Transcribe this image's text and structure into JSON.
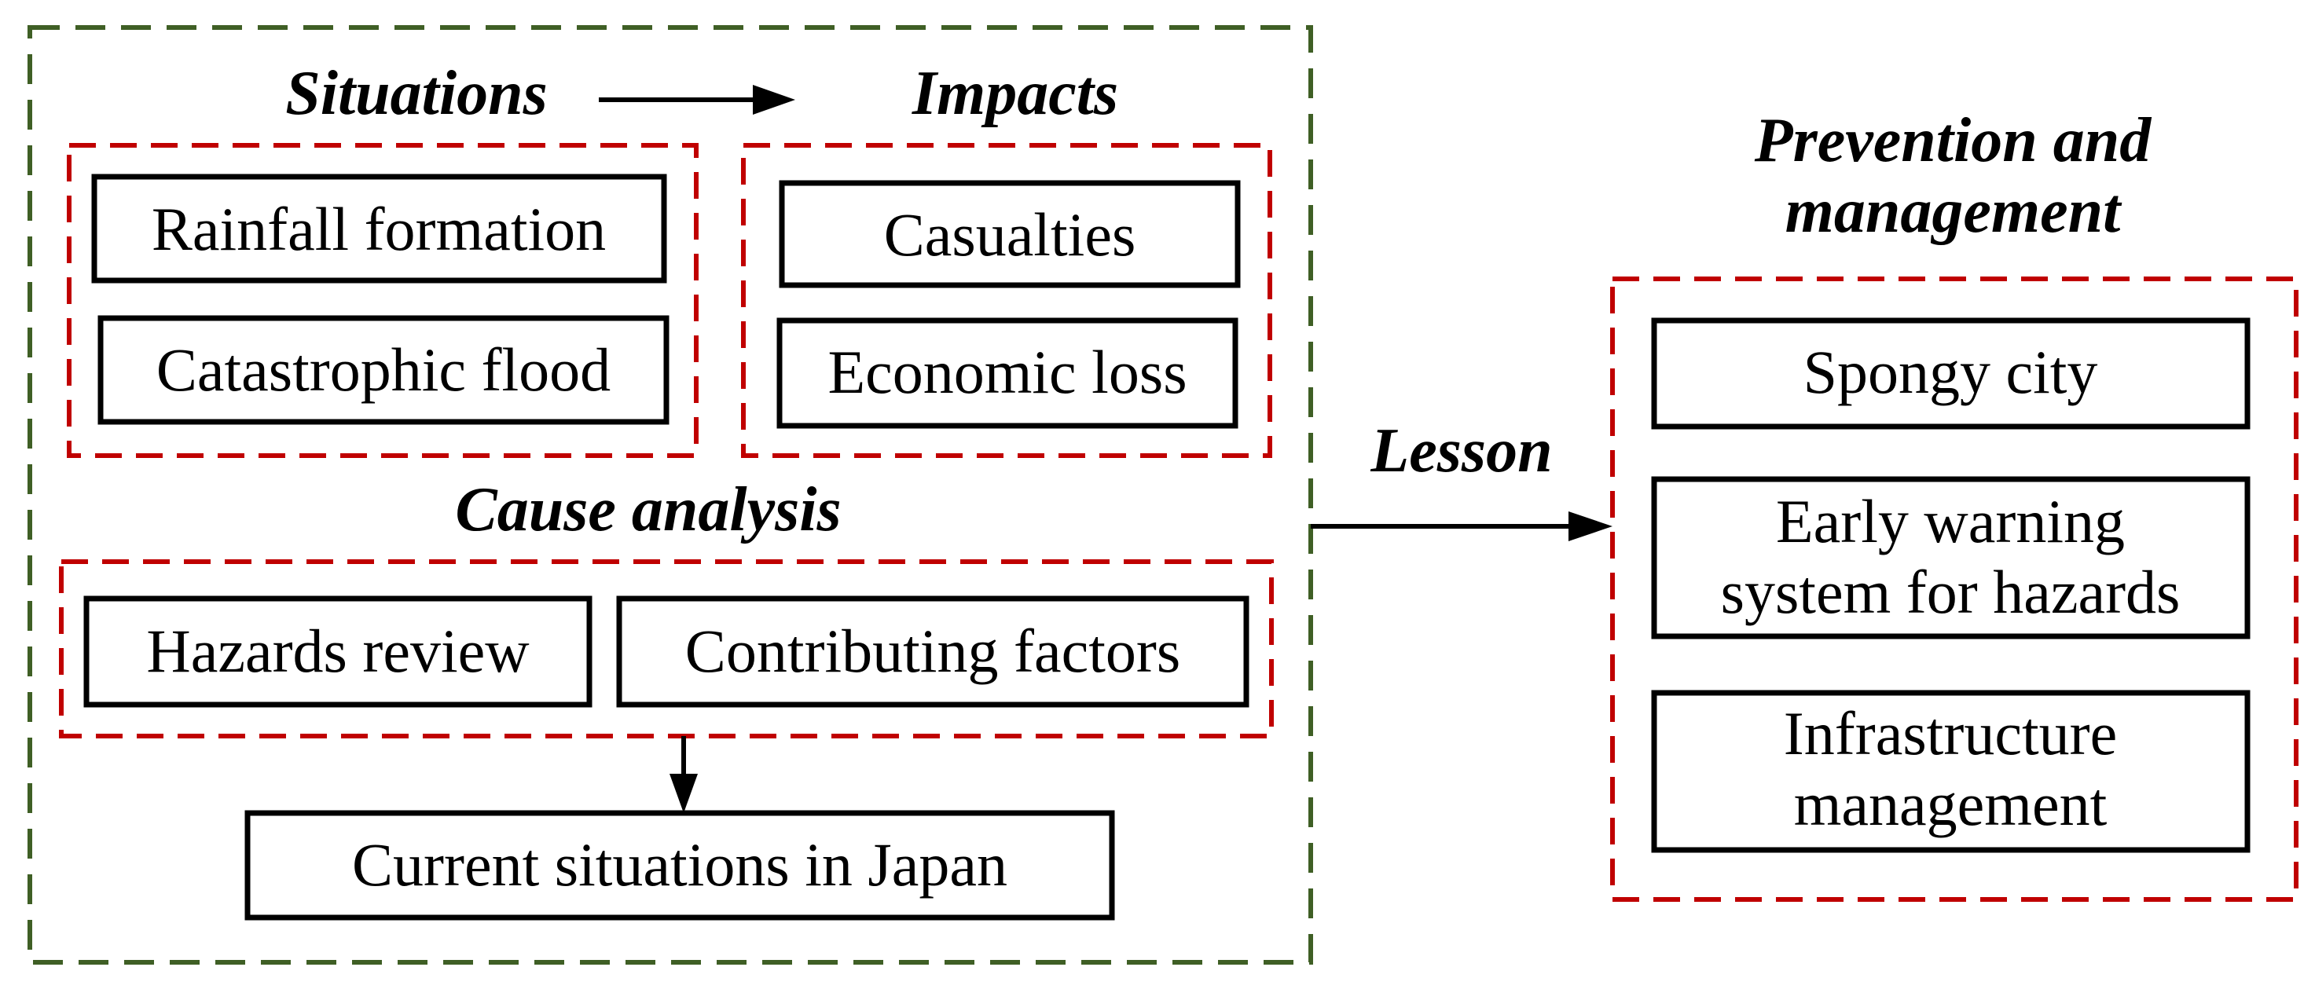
{
  "headings": {
    "situations": "Situations",
    "impacts": "Impacts",
    "cause_analysis": "Cause analysis",
    "lesson": "Lesson",
    "prevention": [
      "Prevention and",
      "management"
    ]
  },
  "situations": [
    "Rainfall formation",
    "Catastrophic flood"
  ],
  "impacts": [
    "Casualties",
    "Economic loss"
  ],
  "cause_analysis": [
    "Hazards review",
    "Contributing factors"
  ],
  "current": "Current situations in Japan",
  "prevention": [
    [
      "Spongy city"
    ],
    [
      "Early warning",
      "system for hazards"
    ],
    [
      "Infrastructure",
      "management"
    ]
  ],
  "colors": {
    "outer_frame": "#3f5f25",
    "group_frame": "#c00000",
    "box_border": "#000000"
  }
}
